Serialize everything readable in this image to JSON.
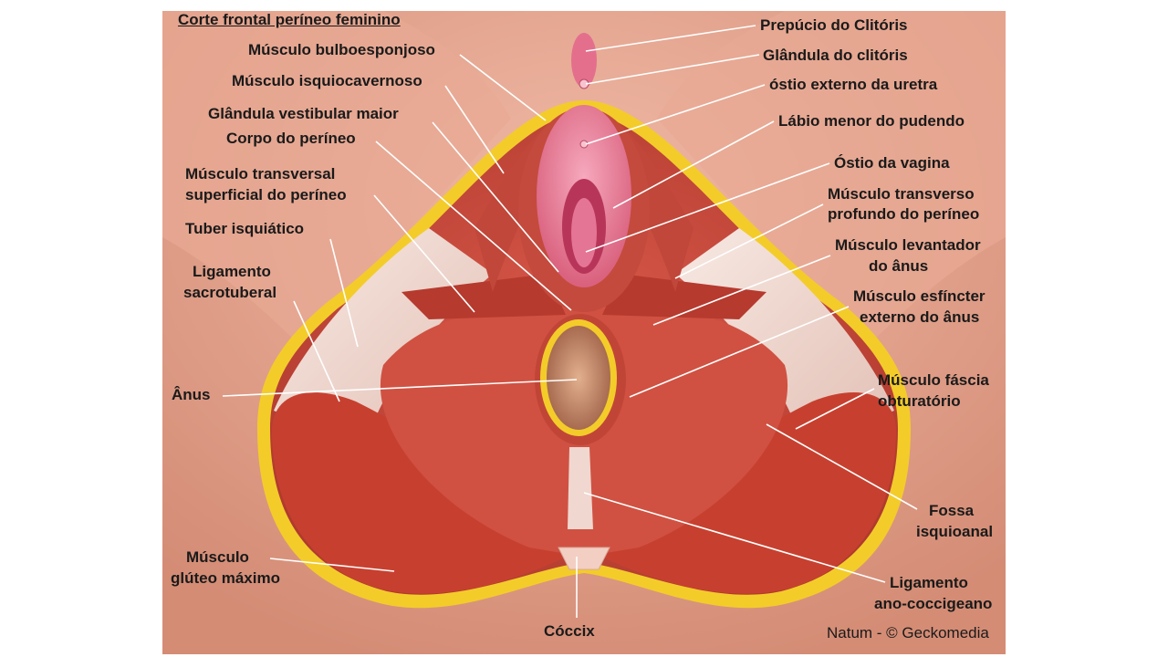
{
  "title": "Corte frontal períneo feminino",
  "credit": "Natum - © Geckomedia",
  "labels": {
    "prepucio": "Prepúcio do Clitóris",
    "glandula_clitoris": "Glândula do clitóris",
    "ostio_uretra": "óstio externo da uretra",
    "labio_menor": "Lábio menor do pudendo",
    "ostio_vagina": "Óstio da vagina",
    "transverso_profundo": [
      "Músculo transverso",
      "profundo do períneo"
    ],
    "levantador": [
      "Músculo levantador",
      "do ânus"
    ],
    "esfincter": [
      "Músculo esfíncter",
      "externo do ânus"
    ],
    "fascia": [
      "Músculo fáscia",
      "obturatório"
    ],
    "fossa": [
      "Fossa",
      "isquioanal"
    ],
    "ligamento_ano": [
      "Ligamento",
      "ano-coccigeano"
    ],
    "coccix": "Cóccix",
    "bulboesponjoso": "Músculo bulboesponjoso",
    "isquiocavernoso": "Músculo isquiocavernoso",
    "vestibular": "Glândula vestibular maior",
    "corpo_perineo": "Corpo do períneo",
    "transversal_superficial": [
      "Músculo transversal",
      "superficial do períneo"
    ],
    "tuber": "Tuber isquiático",
    "sacrotuberal": [
      "Ligamento",
      "sacrotuberal"
    ],
    "anus": "Ânus",
    "gluteo": [
      "Músculo",
      "glúteo máximo"
    ]
  },
  "colors": {
    "skin": "#e3a08a",
    "muscle": "#c94a3c",
    "muscle_dark": "#a9342a",
    "fat": "#f3cc2a",
    "ligament": "#f1ddd6",
    "mucosa": "#e98aa3",
    "text": "#1a1a1a"
  }
}
